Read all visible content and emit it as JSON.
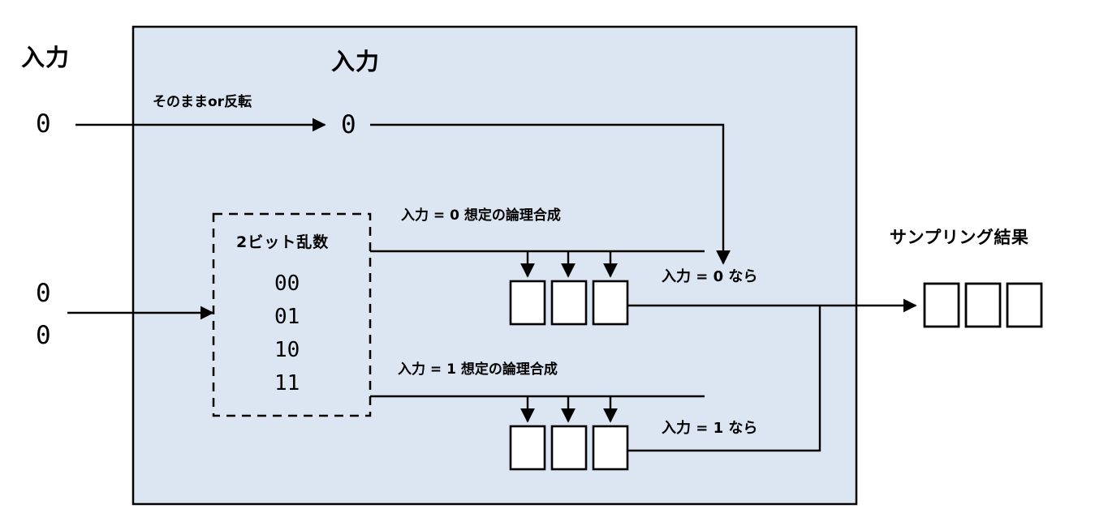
{
  "diagram": {
    "panel": {
      "fill": "#dce5f2",
      "stroke": "#000000"
    },
    "outer_input": {
      "label": "入力",
      "value": "0"
    },
    "transform_label": "そのままor反転",
    "inner_input": {
      "label": "入力",
      "value": "0"
    },
    "seed_inputs": {
      "value_top": "0",
      "value_bottom": "0"
    },
    "random_box": {
      "title": "2ビット乱数",
      "values": [
        "00",
        "01",
        "10",
        "11"
      ],
      "border_style": "dashed"
    },
    "branches": [
      {
        "synthesis_label": "入力 = 0 想定の論理合成",
        "select_label": "入力 = 0 なら",
        "cells": [
          "",
          "",
          ""
        ]
      },
      {
        "synthesis_label": "入力 = 1 想定の論理合成",
        "select_label": "入力 = 1 なら",
        "cells": [
          "",
          "",
          ""
        ]
      }
    ],
    "sampling": {
      "title": "サンプリング結果",
      "cells": [
        "",
        "",
        ""
      ]
    }
  }
}
